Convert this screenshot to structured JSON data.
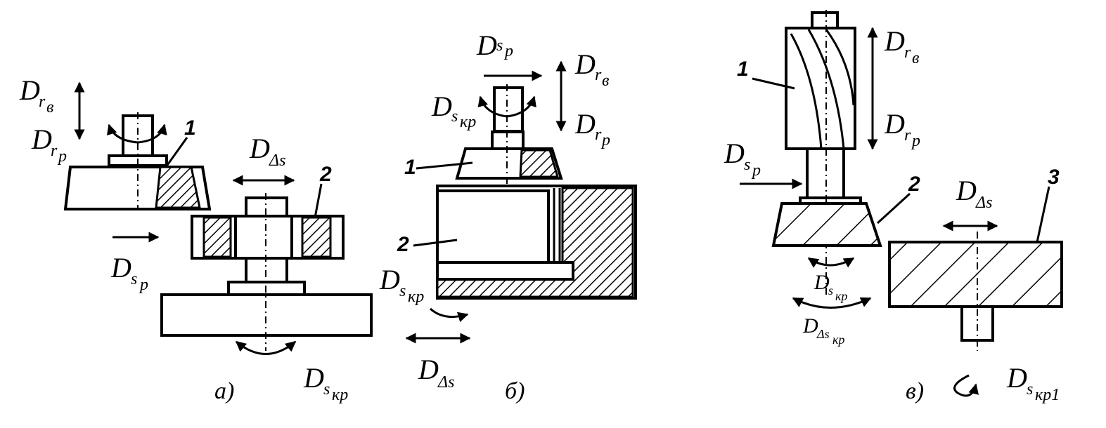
{
  "panel_a": {
    "caption": "а)",
    "parts": {
      "p1": "1",
      "p2": "2"
    },
    "labels": {
      "dr_v": {
        "main": "D",
        "sub": "r",
        "subsub": "в"
      },
      "dr_p": {
        "main": "D",
        "sub": "r",
        "subsub": "р"
      },
      "d_delta_s": {
        "main": "D",
        "sub": "Δs"
      },
      "ds_p": {
        "main": "D",
        "sub": "s",
        "subsub": "р"
      },
      "ds_kr": {
        "main": "D",
        "sub": "s",
        "subsub": "кр"
      }
    }
  },
  "panel_b": {
    "caption": "б)",
    "parts": {
      "p1": "1",
      "p2": "2"
    },
    "labels": {
      "ds_p": {
        "main": "D",
        "sub": "s",
        "subsub": "р"
      },
      "dr_v": {
        "main": "D",
        "sub": "r",
        "subsub": "в"
      },
      "ds_kr_top": {
        "main": "D",
        "sub": "s",
        "subsub": "кр"
      },
      "dr_p": {
        "main": "D",
        "sub": "r",
        "subsub": "р"
      },
      "ds_kr": {
        "main": "D",
        "sub": "s",
        "subsub": "кр"
      },
      "d_delta_s": {
        "main": "D",
        "sub": "Δs"
      }
    }
  },
  "panel_c": {
    "caption": "в)",
    "parts": {
      "p1": "1",
      "p2": "2",
      "p3": "3"
    },
    "labels": {
      "dr_v": {
        "main": "D",
        "sub": "r",
        "subsub": "в"
      },
      "dr_p": {
        "main": "D",
        "sub": "r",
        "subsub": "р"
      },
      "ds_p": {
        "main": "D",
        "sub": "s",
        "subsub": "р"
      },
      "d_delta_s": {
        "main": "D",
        "sub": "Δs"
      },
      "ds_kr": {
        "main": "D",
        "sub": "s",
        "subsub": "кр"
      },
      "d_delta_s_kr": {
        "main": "D",
        "sub": "Δs",
        "subsub": "кр"
      },
      "ds_kr1": {
        "main": "D",
        "sub": "s",
        "subsub": "кр1"
      }
    }
  }
}
